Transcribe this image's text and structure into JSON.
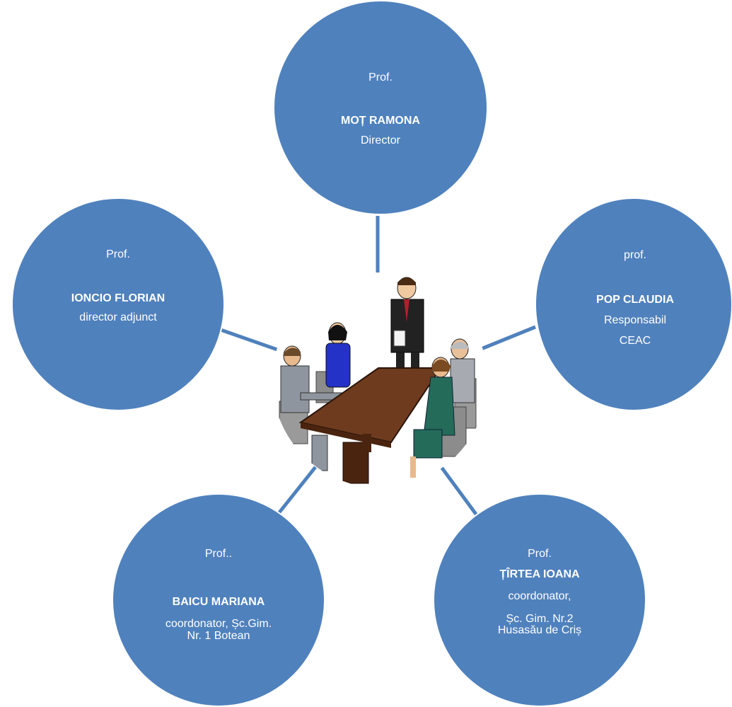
{
  "colors": {
    "circle_fill": "#4f81bd",
    "connector": "#4f81bd",
    "text": "#ffffff"
  },
  "center_icon": "meeting-clipart",
  "nodes": {
    "top": {
      "title": "Prof.",
      "name": "MOȚ RAMONA",
      "role": "Director"
    },
    "left": {
      "title": "Prof.",
      "name": "IONCIO FLORIAN",
      "role": "director adjunct"
    },
    "right": {
      "title": "prof.",
      "name": "POP CLAUDIA",
      "role_line1": "Responsabil",
      "role_line2": "CEAC"
    },
    "bottom_left": {
      "title": "Prof..",
      "name": "BAICU MARIANA",
      "role_line1": "coordonator, Șc.Gim.",
      "role_line2": "Nr. 1 Botean"
    },
    "bottom_right": {
      "title": "Prof.",
      "name": "ȚÎRTEA IOANA",
      "role_line1": "coordonator,",
      "role_line2": "Șc. Gim. Nr.2",
      "role_line3": "Husasău de Criș"
    }
  }
}
